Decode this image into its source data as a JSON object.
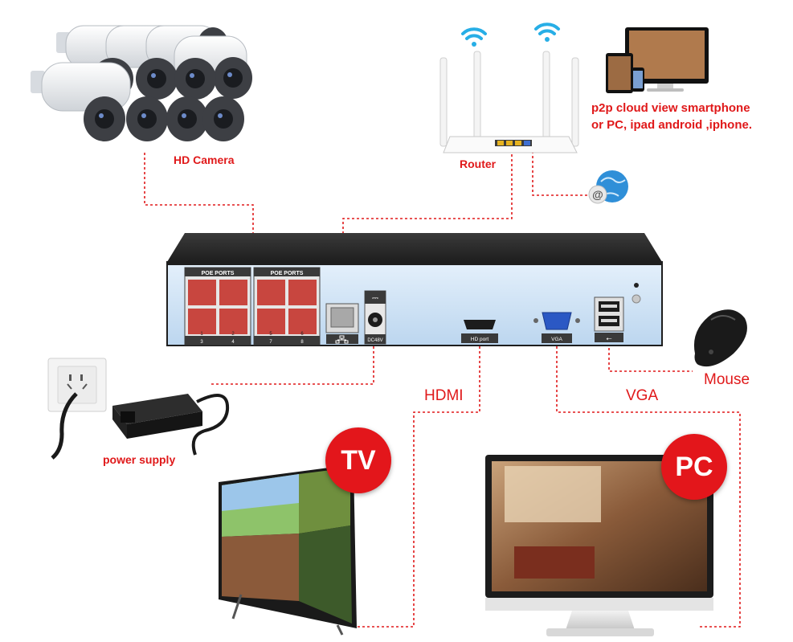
{
  "labels": {
    "hd_camera": "HD Camera",
    "router": "Router",
    "p2p_line1": "p2p cloud  view smartphone",
    "p2p_line2": "or PC, ipad android ,iphone.",
    "power_supply": "power supply",
    "hdmi": "HDMI",
    "vga": "VGA",
    "mouse": "Mouse"
  },
  "badges": {
    "tv": "TV",
    "pc": "PC"
  },
  "nvr_ports": {
    "poe_group_1": "POE PORTS",
    "poe_group_2": "POE PORTS",
    "port_numbers_top": [
      "1",
      "2",
      "5",
      "6"
    ],
    "port_numbers_bottom": [
      "3",
      "4",
      "7",
      "8"
    ],
    "dc": "DC48V",
    "hdmi": "HD port",
    "vga": "VGA"
  },
  "colors": {
    "accent_red": "#e0191a",
    "nvr_body": "#2b2b2b",
    "nvr_panel": "#cfe3f7",
    "poe_port": "#c8463f"
  }
}
